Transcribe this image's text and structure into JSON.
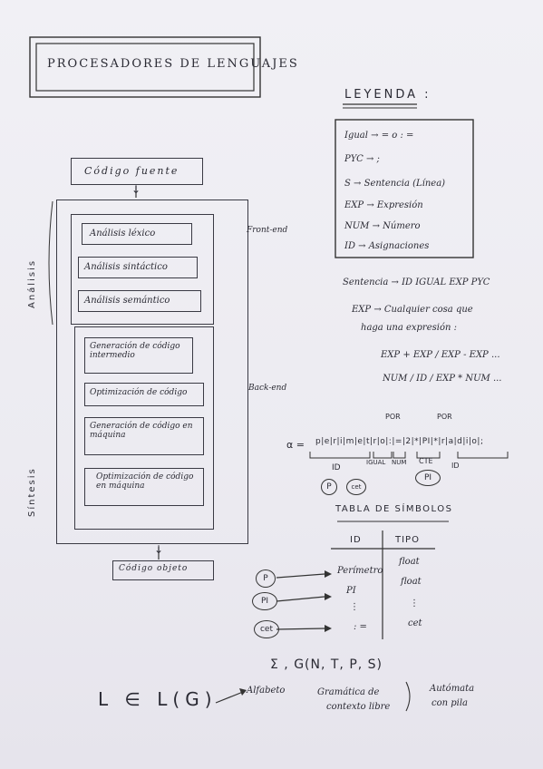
{
  "title": "Procesadores de lenguajes",
  "legend": {
    "heading": "Leyenda :",
    "items": [
      "Igual → = o : =",
      "PYC → ;",
      "S → Sentencia (Línea)",
      "EXP → Expresión",
      "NUM → Número",
      "ID → Asignaciones"
    ]
  },
  "source": "Código fuente",
  "arrow_down": "↓",
  "side_labels": {
    "analysis": "Análisis",
    "synthesis": "Síntesis"
  },
  "front_end": "Front-end",
  "back_end": "Back-end",
  "analysis_steps": [
    "Análisis léxico",
    "Análisis sintáctico",
    "Análisis semántico"
  ],
  "synthesis_steps": [
    "Generación de código intermedio",
    "Optimización de código",
    "Generación de código en máquina",
    "Optimización de código en máquina"
  ],
  "object_code": "Código objeto",
  "grammar": {
    "rule1": "Sentencia → ID IGUAL EXP PYC",
    "rule2a": "EXP → Cualquier cosa que",
    "rule2b": "haga una expresión :",
    "rule3": "EXP + EXP / EXP - EXP ...",
    "rule4": "NUM / ID / EXP * NUM ..."
  },
  "tokens": {
    "alpha": "α =",
    "string": "p|e|r|i|m|e|t|r|o|:|=|2|*|PI|*|r|a|d|i|o|;",
    "labels": [
      "ID",
      "IGUAL",
      "NUM",
      "CTE",
      "ID"
    ],
    "por": [
      "POR",
      "POR"
    ],
    "circles": [
      "P",
      "cet",
      "PI"
    ]
  },
  "symbol_table": {
    "title": "Tabla de símbolos",
    "headers": [
      "ID",
      "Tipo"
    ],
    "rows": [
      [
        "Perímetro",
        "float"
      ],
      [
        "PI",
        "float"
      ],
      [
        "⋮",
        "⋮"
      ],
      [
        ": =",
        "cet"
      ]
    ],
    "circles": [
      "P",
      "PI",
      "cet"
    ]
  },
  "formal": {
    "sigma": "Σ , G(N, T, P, S)",
    "l_in_lg": "L ∈ L(G)",
    "alphabet": "Alfabeto",
    "cfg1": "Gramática de",
    "cfg2": "contexto libre",
    "pda1": "Autómata",
    "pda2": "con pila"
  }
}
